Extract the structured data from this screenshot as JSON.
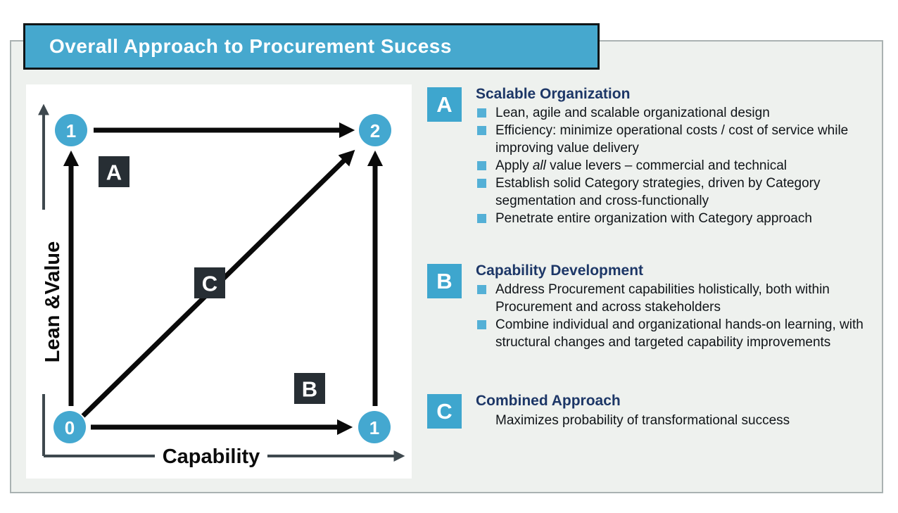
{
  "title_bar": {
    "text": "Overall Approach to Procurement Sucess"
  },
  "colors": {
    "accent_blue": "#46a8ce",
    "bullet_blue": "#54b0d6",
    "heading_navy": "#1d3767",
    "dark_square": "#272e34",
    "axis_gray": "#3e484e",
    "panel_background": "#eef1ee",
    "arrow_black": "#0a0a0a"
  },
  "diagram": {
    "x_axis_label": "Capability",
    "y_axis_label": "Lean &Value",
    "nodes": [
      {
        "id": "origin",
        "label": "0",
        "position": "bottom-left"
      },
      {
        "id": "lean-value-level-1",
        "label": "1",
        "position": "top-left"
      },
      {
        "id": "target-level-2",
        "label": "2",
        "position": "top-right"
      },
      {
        "id": "capability-level-1",
        "label": "1",
        "position": "bottom-right"
      }
    ],
    "route_labels": [
      {
        "label": "A",
        "position": "upper-left"
      },
      {
        "label": "C",
        "position": "center-diagonal"
      },
      {
        "label": "B",
        "position": "lower-right"
      }
    ]
  },
  "sections": [
    {
      "letter": "A",
      "title": "Scalable Organization",
      "bullets": [
        "Lean, agile and scalable organizational design",
        "Efficiency: minimize operational costs / cost of service while improving value delivery",
        [
          {
            "t": "Apply "
          },
          {
            "t": "all",
            "i": true
          },
          {
            "t": " value levers – commercial and technical"
          }
        ],
        "Establish solid Category strategies, driven by Category segmentation and cross-functionally",
        "Penetrate entire organization with Category approach"
      ],
      "note": ""
    },
    {
      "letter": "B",
      "title": "Capability Development",
      "bullets": [
        "Address Procurement capabilities holistically, both within Procurement and across stakeholders",
        "Combine individual and organizational hands-on learning, with structural changes and targeted capability improvements"
      ],
      "note": ""
    },
    {
      "letter": "C",
      "title": "Combined Approach",
      "bullets": [],
      "note": "Maximizes probability of transformational success"
    }
  ]
}
